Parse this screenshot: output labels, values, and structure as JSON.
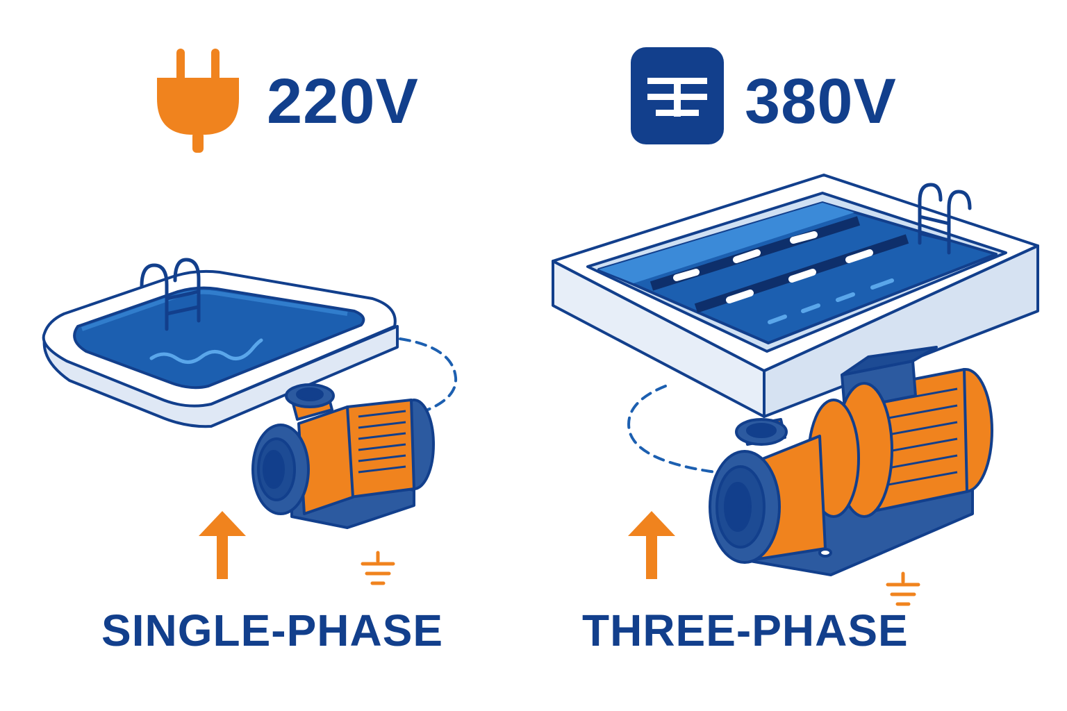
{
  "left": {
    "voltage": "220V",
    "phase_label": "SINGLE-PHASE",
    "voltage_icon": "plug-icon"
  },
  "right": {
    "voltage": "380V",
    "phase_label": "THREE-PHASE",
    "voltage_icon": "three-phase-icon"
  },
  "colors": {
    "navy": "#123f8c",
    "orange": "#f0831e",
    "water": "#1c5fb0",
    "water_light": "#3b8ad8",
    "pool_rim": "#e7eef8"
  }
}
